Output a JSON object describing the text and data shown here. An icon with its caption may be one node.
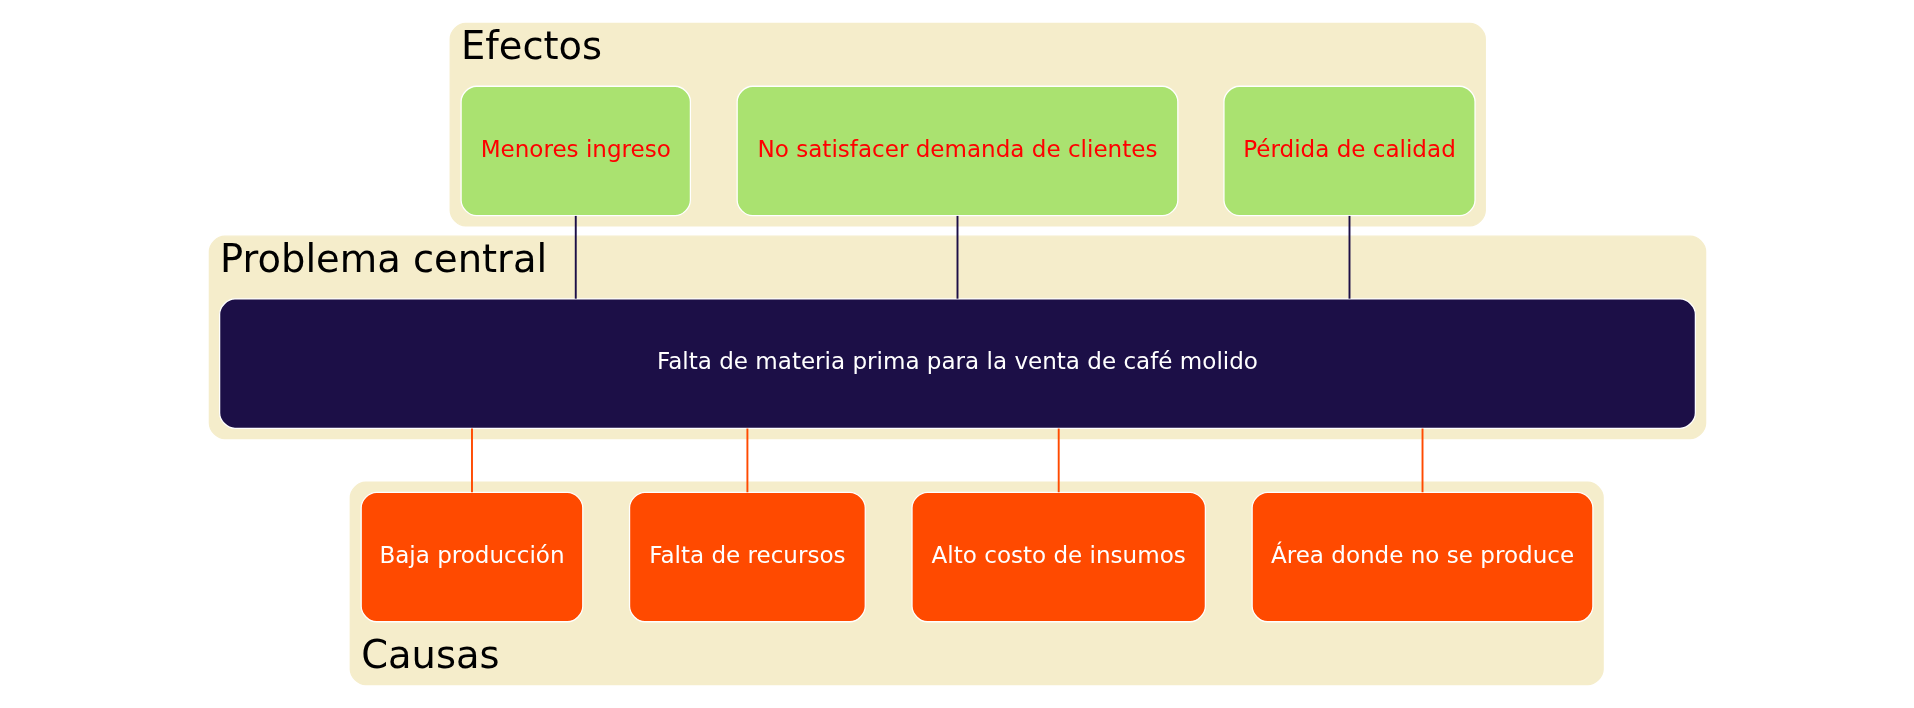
{
  "diagram": {
    "nodes": [
      {
        "text": [
          "Efectos"
        ]
      },
      {
        "text": [
          "Menores ingreso"
        ],
        "in": 0
      },
      {
        "text": [
          "No satisfacer demanda de clientes"
        ],
        "in": 0
      },
      {
        "text": [
          "Pérdida de calidad"
        ],
        "in": 0
      },
      {
        "text": [
          "Problema central"
        ]
      },
      {
        "text": [
          "Falta de materia prima para la venta de café molido"
        ],
        "in": 4
      },
      {
        "text": [
          "Causas"
        ]
      },
      {
        "text": [
          "Baja producción"
        ],
        "in": 6
      },
      {
        "text": [
          "Falta de recursos"
        ],
        "in": 6
      },
      {
        "text": [
          "Alto costo de insumos"
        ],
        "in": 6
      },
      {
        "text": [
          "Área donde no se produce"
        ],
        "in": 6
      }
    ],
    "edges": [
      {
        "from": 1,
        "to": 5,
        "arrow": "none",
        "color": "#1c0f47"
      },
      {
        "from": 2,
        "to": 5,
        "arrow": "none",
        "color": "#1c0f47"
      },
      {
        "from": 3,
        "to": 5,
        "arrow": "none",
        "color": "#1c0f47"
      },
      {
        "from": 5,
        "to": 7,
        "arrow": "none"
      },
      {
        "from": 5,
        "to": 8,
        "arrow": "none"
      },
      {
        "from": 5,
        "to": 9,
        "arrow": "none"
      },
      {
        "from": 5,
        "to": 10,
        "arrow": "none"
      }
    ]
  }
}
